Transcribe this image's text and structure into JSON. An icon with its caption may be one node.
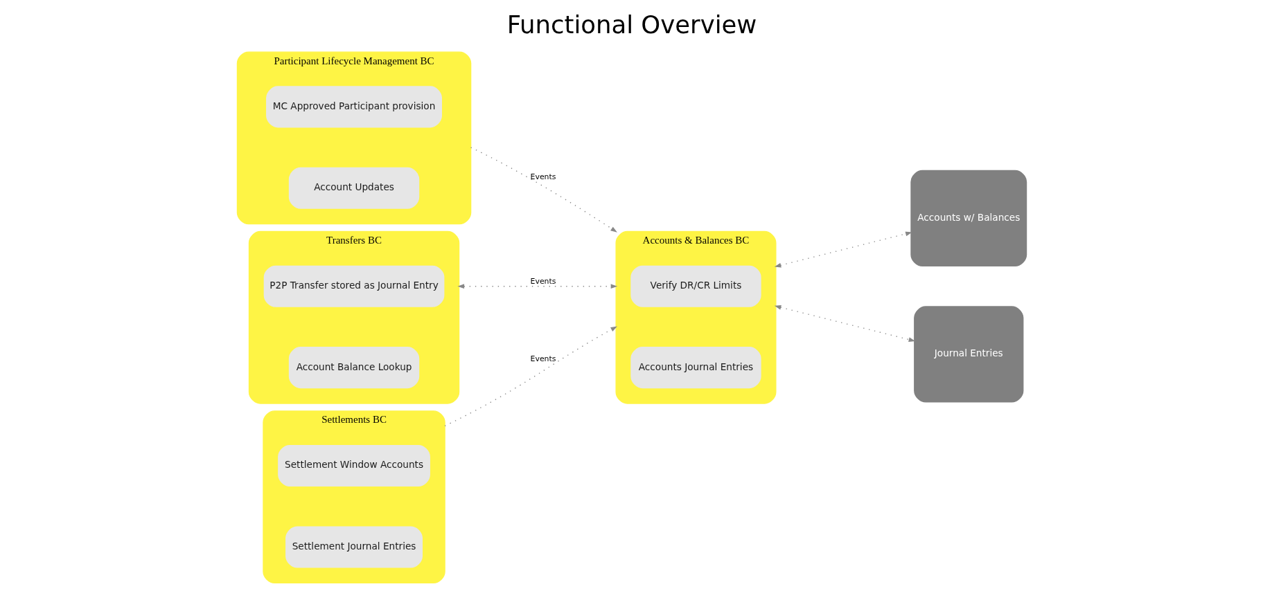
{
  "diagram": {
    "title": "Functional Overview",
    "nodes": [
      {
        "text": [
          "Participant Lifecycle Management BC"
        ]
      },
      {
        "text": [
          "MC Approved Participant provision"
        ],
        "in": 0
      },
      {
        "text": [
          "Account Updates"
        ],
        "in": 0
      },
      {
        "text": [
          "Transfers BC"
        ]
      },
      {
        "text": [
          "P2P Transfer stored as Journal Entry"
        ],
        "in": 3
      },
      {
        "text": [
          "Account Balance Lookup"
        ],
        "in": 3
      },
      {
        "text": [
          "Settlements BC"
        ]
      },
      {
        "text": [
          "Settlement Window Accounts"
        ],
        "in": 6
      },
      {
        "text": [
          "Settlement Journal Entries"
        ],
        "in": 6
      },
      {
        "text": [
          "Accounts & Balances BC"
        ]
      },
      {
        "text": [
          "Verify DR/CR Limits"
        ],
        "in": 9
      },
      {
        "text": [
          "Accounts Journal Entries"
        ],
        "in": 9
      },
      {
        "text": [
          "Accounts w/ Balances"
        ]
      },
      {
        "text": [
          "Journal Entries"
        ]
      }
    ],
    "edges": [
      {
        "from": 0,
        "to": 9,
        "arrow": "to",
        "label": "Events"
      },
      {
        "from": 3,
        "to": 9,
        "arrow": "both",
        "label": "Events"
      },
      {
        "from": 6,
        "to": 9,
        "arrow": "to",
        "label": "Events"
      },
      {
        "from": 9,
        "to": 12,
        "arrow": "both"
      },
      {
        "from": 9,
        "to": 13,
        "arrow": "both"
      }
    ]
  }
}
